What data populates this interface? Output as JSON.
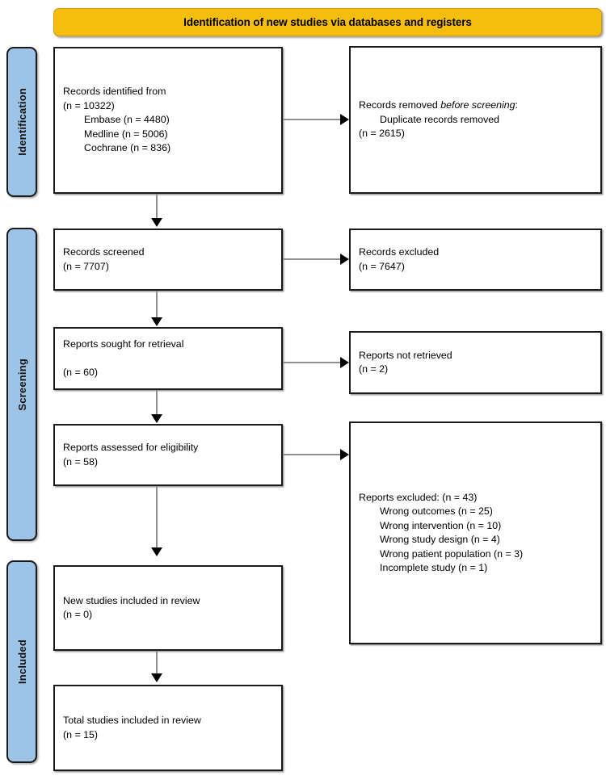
{
  "banner": {
    "title": "Identification of new studies via databases and registers"
  },
  "stages": [
    {
      "id": "identification",
      "label": "Identification"
    },
    {
      "id": "screening",
      "label": "Screening"
    },
    {
      "id": "included",
      "label": "Included"
    }
  ],
  "boxes": {
    "records_identified": {
      "lines": [
        "Records identified from",
        "(n = 10322)",
        "Embase (n = 4480)",
        "Medline (n = 5006)",
        "Cochrane (n = 836)"
      ]
    },
    "records_removed": {
      "line1_plain": "Records removed ",
      "line1_italic": "before screening",
      "line1_tail": ":",
      "line2": "Duplicate records removed",
      "line3": "(n = 2615)"
    },
    "records_screened": {
      "line1": "Records screened",
      "line2": "(n = 7707)"
    },
    "records_excluded": {
      "line1": "Records excluded",
      "line2": "(n = 7647)"
    },
    "reports_sought": {
      "line1": "Reports sought for retrieval",
      "line2": "(n = 60)"
    },
    "reports_not_retrieved": {
      "line1": "Reports not retrieved",
      "line2": "(n = 2)"
    },
    "reports_assessed": {
      "line1": "Reports assessed for eligibility",
      "line2": "(n = 58)"
    },
    "reports_excluded": {
      "header": "Reports excluded: (n = 43)",
      "reasons": [
        "Wrong outcomes (n = 25)",
        "Wrong intervention (n = 10)",
        "Wrong study design (n = 4)",
        "Wrong patient population (n = 3)",
        "Incomplete study (n = 1)"
      ]
    },
    "new_studies_included": {
      "line1": "New studies included in review",
      "line2": "(n = 0)"
    },
    "total_studies_included": {
      "line1": "Total studies included in review",
      "line2": "(n = 15)"
    }
  },
  "chart_data": {
    "type": "diagram",
    "title": "PRISMA 2020 flow diagram",
    "nodes": [
      {
        "id": "records_identified",
        "stage": "Identification",
        "label": "Records identified from",
        "n": 10322,
        "breakdown": [
          {
            "source": "Embase",
            "n": 4480
          },
          {
            "source": "Medline",
            "n": 5006
          },
          {
            "source": "Cochrane",
            "n": 836
          }
        ]
      },
      {
        "id": "records_removed",
        "stage": "Identification",
        "label": "Records removed before screening: Duplicate records removed",
        "n": 2615
      },
      {
        "id": "records_screened",
        "stage": "Screening",
        "label": "Records screened",
        "n": 7707
      },
      {
        "id": "records_excluded",
        "stage": "Screening",
        "label": "Records excluded",
        "n": 7647
      },
      {
        "id": "reports_sought",
        "stage": "Screening",
        "label": "Reports sought for retrieval",
        "n": 60
      },
      {
        "id": "reports_not_retrieved",
        "stage": "Screening",
        "label": "Reports not retrieved",
        "n": 2
      },
      {
        "id": "reports_assessed",
        "stage": "Screening",
        "label": "Reports assessed for eligibility",
        "n": 58
      },
      {
        "id": "reports_excluded",
        "stage": "Screening",
        "label": "Reports excluded",
        "n": 43,
        "breakdown": [
          {
            "reason": "Wrong outcomes",
            "n": 25
          },
          {
            "reason": "Wrong intervention",
            "n": 10
          },
          {
            "reason": "Wrong study design",
            "n": 4
          },
          {
            "reason": "Wrong patient population",
            "n": 3
          },
          {
            "reason": "Incomplete study",
            "n": 1
          }
        ]
      },
      {
        "id": "new_studies_included",
        "stage": "Included",
        "label": "New studies included in review",
        "n": 0
      },
      {
        "id": "total_studies_included",
        "stage": "Included",
        "label": "Total studies included in review",
        "n": 15
      }
    ],
    "edges": [
      {
        "from": "records_identified",
        "to": "records_removed",
        "direction": "right"
      },
      {
        "from": "records_identified",
        "to": "records_screened",
        "direction": "down"
      },
      {
        "from": "records_screened",
        "to": "records_excluded",
        "direction": "right"
      },
      {
        "from": "records_screened",
        "to": "reports_sought",
        "direction": "down"
      },
      {
        "from": "reports_sought",
        "to": "reports_not_retrieved",
        "direction": "right"
      },
      {
        "from": "reports_sought",
        "to": "reports_assessed",
        "direction": "down"
      },
      {
        "from": "reports_assessed",
        "to": "reports_excluded",
        "direction": "right"
      },
      {
        "from": "reports_assessed",
        "to": "new_studies_included",
        "direction": "down"
      },
      {
        "from": "new_studies_included",
        "to": "total_studies_included",
        "direction": "down"
      }
    ],
    "colors": {
      "banner": "#F5BE0E",
      "stage_tab": "#9DC3E6",
      "box_border": "#1a1a1a",
      "connector": "#8f8f8f",
      "arrowhead": "#000000"
    }
  }
}
